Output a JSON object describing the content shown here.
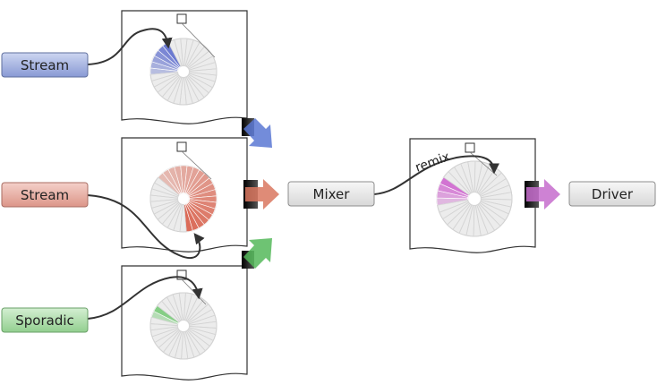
{
  "nodes": {
    "stream_top": {
      "label": "Stream",
      "color": "#8ea0d8"
    },
    "stream_mid": {
      "label": "Stream",
      "color": "#e2a096"
    },
    "sporadic": {
      "label": "Sporadic",
      "color": "#9ed49c"
    },
    "mixer": {
      "label": "Mixer"
    },
    "driver": {
      "label": "Driver"
    }
  },
  "annotations": {
    "remix": "remix"
  },
  "buffers": [
    {
      "name": "buffer-blue",
      "color": "#5566cc",
      "fill_fraction": 0.2
    },
    {
      "name": "buffer-red",
      "color": "#d9604b",
      "fill_fraction": 0.62
    },
    {
      "name": "buffer-green",
      "color": "#4fbf4f",
      "fill_fraction": 0.07
    },
    {
      "name": "buffer-purple",
      "color": "#cc55cc",
      "fill_fraction": 0.14
    }
  ],
  "arrows": [
    {
      "name": "arrow-blue",
      "color": "#5a78d4"
    },
    {
      "name": "arrow-red",
      "color": "#d9775f"
    },
    {
      "name": "arrow-green",
      "color": "#55b85a"
    },
    {
      "name": "arrow-purple",
      "color": "#c66ccc"
    }
  ]
}
